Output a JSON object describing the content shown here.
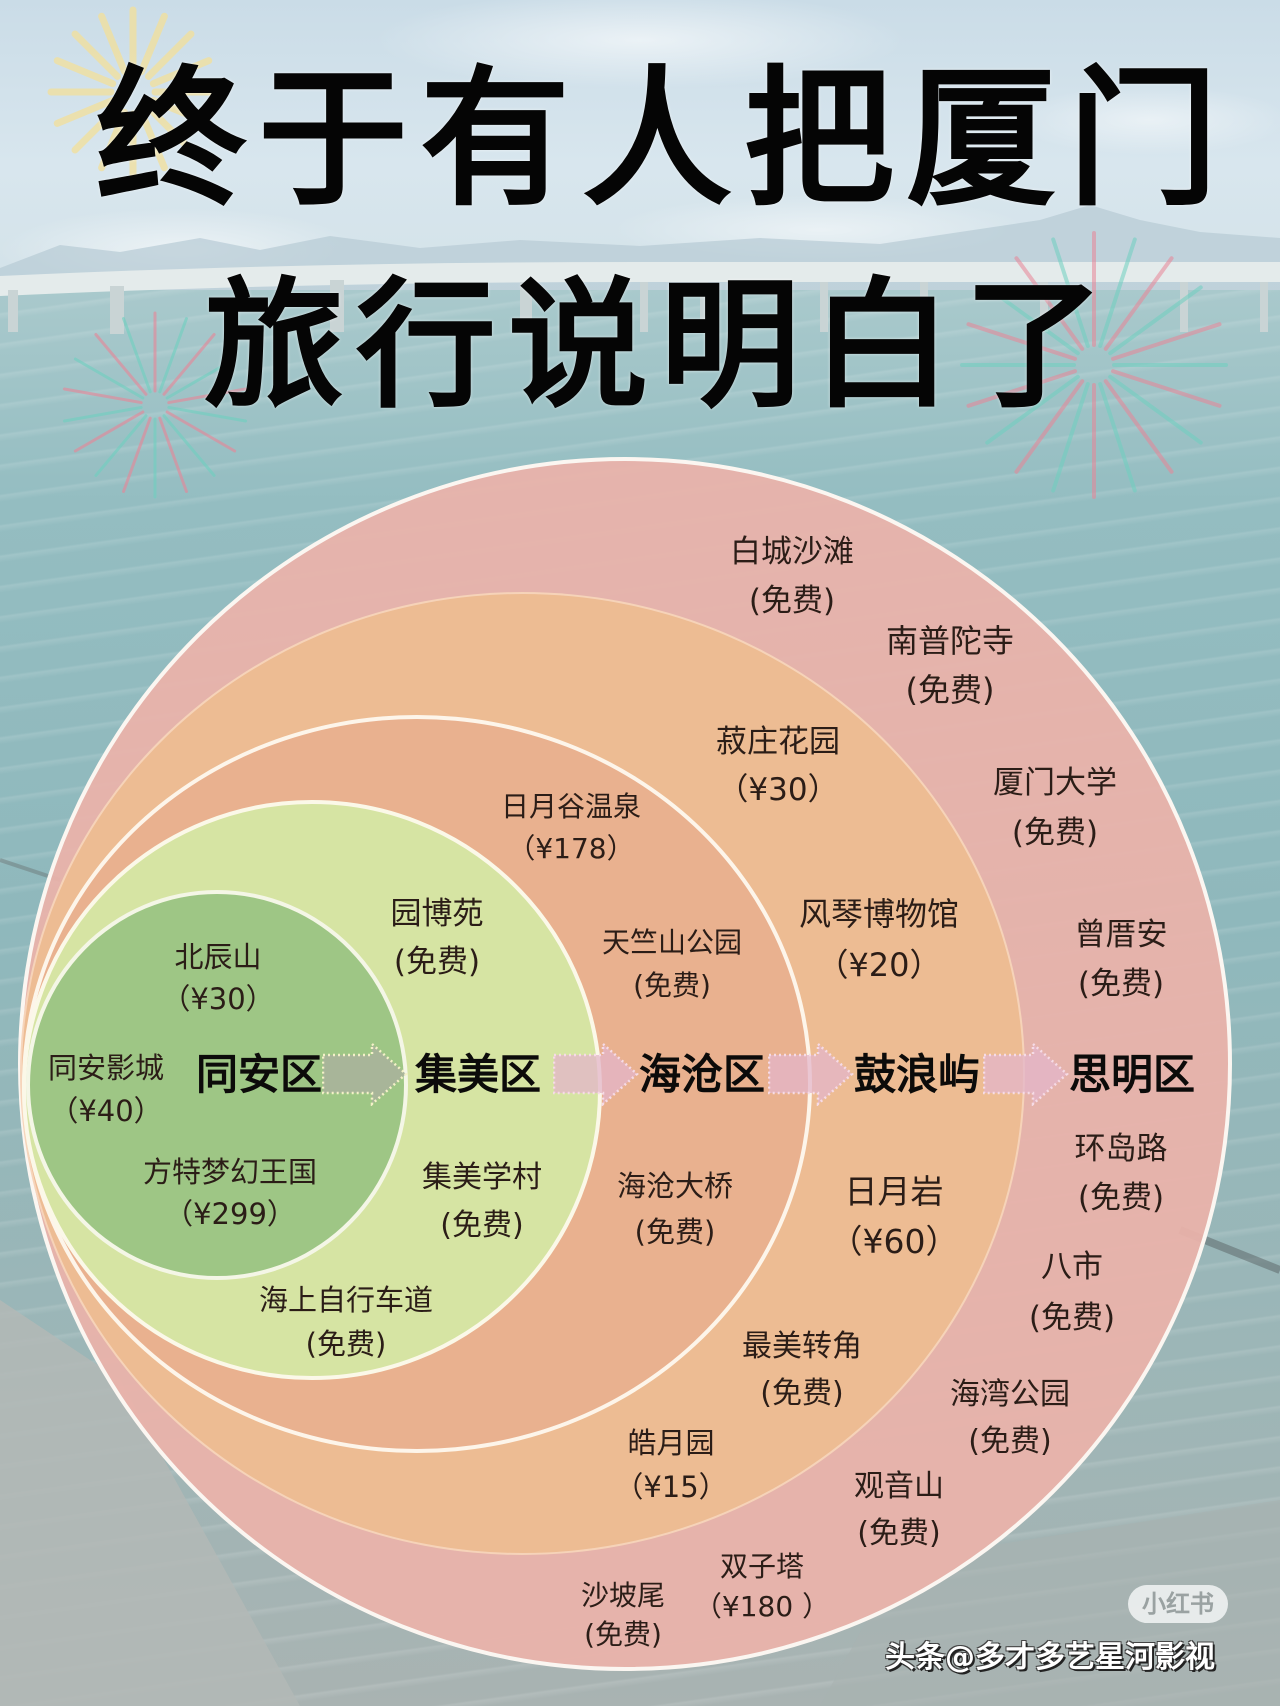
{
  "title": {
    "line1": "终于有人把厦门",
    "line2": "旅行说明白了"
  },
  "zones": [
    {
      "district": "同安区",
      "color": "#9ec685",
      "attractions": [
        {
          "name": "北辰山",
          "price": "（¥30）"
        },
        {
          "name": "同安影城",
          "price": "（¥40）"
        },
        {
          "name": "方特梦幻王国",
          "price": "（¥299）"
        }
      ]
    },
    {
      "district": "集美区",
      "color": "#d6e4a3",
      "attractions": [
        {
          "name": "园博苑",
          "price": "(免费)"
        },
        {
          "name": "集美学村",
          "price": "(免费)"
        },
        {
          "name": "海上自行车道",
          "price": "(免费)"
        }
      ]
    },
    {
      "district": "海沧区",
      "color": "#e9b18f",
      "attractions": [
        {
          "name": "日月谷温泉",
          "price": "（¥178）"
        },
        {
          "name": "天竺山公园",
          "price": "(免费)"
        },
        {
          "name": "海沧大桥",
          "price": "(免费)"
        }
      ]
    },
    {
      "district": "鼓浪屿",
      "color": "#edbc92",
      "attractions": [
        {
          "name": "菽庄花园",
          "price": "（¥30）"
        },
        {
          "name": "风琴博物馆",
          "price": "（¥20）"
        },
        {
          "name": "日月岩",
          "price": "（¥60）"
        },
        {
          "name": "最美转角",
          "price": "(免费)"
        },
        {
          "name": "皓月园",
          "price": "（¥15）"
        }
      ]
    },
    {
      "district": "思明区",
      "color": "#eab2aa",
      "attractions": [
        {
          "name": "白城沙滩",
          "price": "(免费)"
        },
        {
          "name": "南普陀寺",
          "price": "(免费)"
        },
        {
          "name": "厦门大学",
          "price": "(免费)"
        },
        {
          "name": "曾厝安",
          "price": "(免费)"
        },
        {
          "name": "环岛路",
          "price": "(免费)"
        },
        {
          "name": "八市",
          "price": "(免费)"
        },
        {
          "name": "海湾公园",
          "price": "(免费)"
        },
        {
          "name": "观音山",
          "price": "(免费)"
        },
        {
          "name": "双子塔",
          "price": "（¥180 ）"
        },
        {
          "name": "沙坡尾",
          "price": "(免费)"
        }
      ]
    }
  ],
  "arrows": {
    "first_color": "#a9b29b",
    "rest_color": "#e3b6c9"
  },
  "watermarks": {
    "xiaohongshu": "小红书",
    "toutiao": "头条@多才多艺星河影视"
  }
}
